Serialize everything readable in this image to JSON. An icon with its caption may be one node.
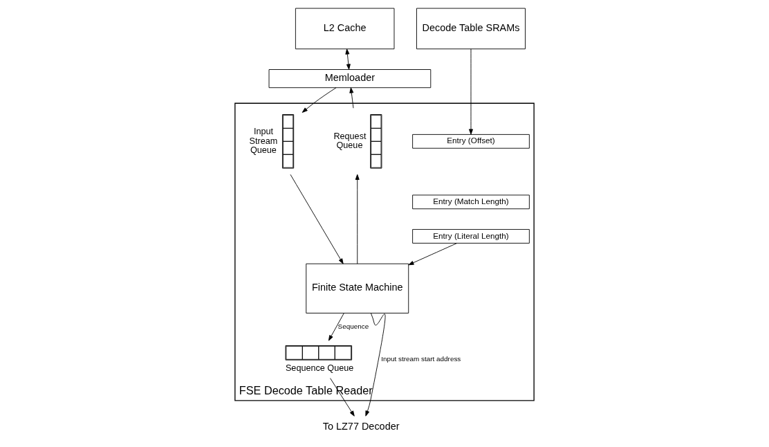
{
  "diagram": {
    "nodes": [
      {
        "text": [
          "L2 Cache"
        ]
      },
      {
        "text": [
          "Decode Table SRAMs"
        ]
      },
      {
        "text": [
          "Memloader"
        ]
      },
      {
        "text": [
          "FSE Decode Table Reader"
        ]
      },
      {
        "text": [],
        "shape": "queue",
        "beside": [
          "Request Queue"
        ],
        "in": 3
      },
      {
        "text": [],
        "shape": "queue",
        "beside": [
          "Input Stream Queue"
        ],
        "in": 3
      },
      {
        "text": [
          "Entry (Offset)"
        ],
        "in": 3
      },
      {
        "text": [
          "Entry (Match Length)"
        ],
        "in": 3
      },
      {
        "text": [
          "Entry (Literal Length)"
        ],
        "in": 3
      },
      {
        "text": [
          "Finite State Machine"
        ],
        "in": 3
      },
      {
        "text": [],
        "shape": "queue",
        "beside": [
          "Sequence Queue"
        ],
        "in": 3
      },
      {
        "text": [
          "To LZ77 Decoder"
        ]
      }
    ],
    "edges": [
      {
        "from": 0,
        "to": 2,
        "arrow": "both"
      },
      {
        "from": 4,
        "to": 2,
        "arrow": "to"
      },
      {
        "from": 2,
        "to": 5,
        "arrow": "to"
      },
      {
        "from": 1,
        "to": 6,
        "arrow": "to"
      },
      {
        "from": 8,
        "to": 9,
        "arrow": "to"
      },
      {
        "from": 5,
        "to": 9,
        "arrow": "to"
      },
      {
        "from": 9,
        "to": 4,
        "arrow": "to"
      },
      {
        "from": 9,
        "to": 11,
        "arrow": "to",
        "label": "Input stream start address"
      },
      {
        "from": 9,
        "to": 10,
        "arrow": "to",
        "label": "Sequence"
      },
      {
        "from": 10,
        "to": 11,
        "arrow": "to"
      }
    ]
  }
}
